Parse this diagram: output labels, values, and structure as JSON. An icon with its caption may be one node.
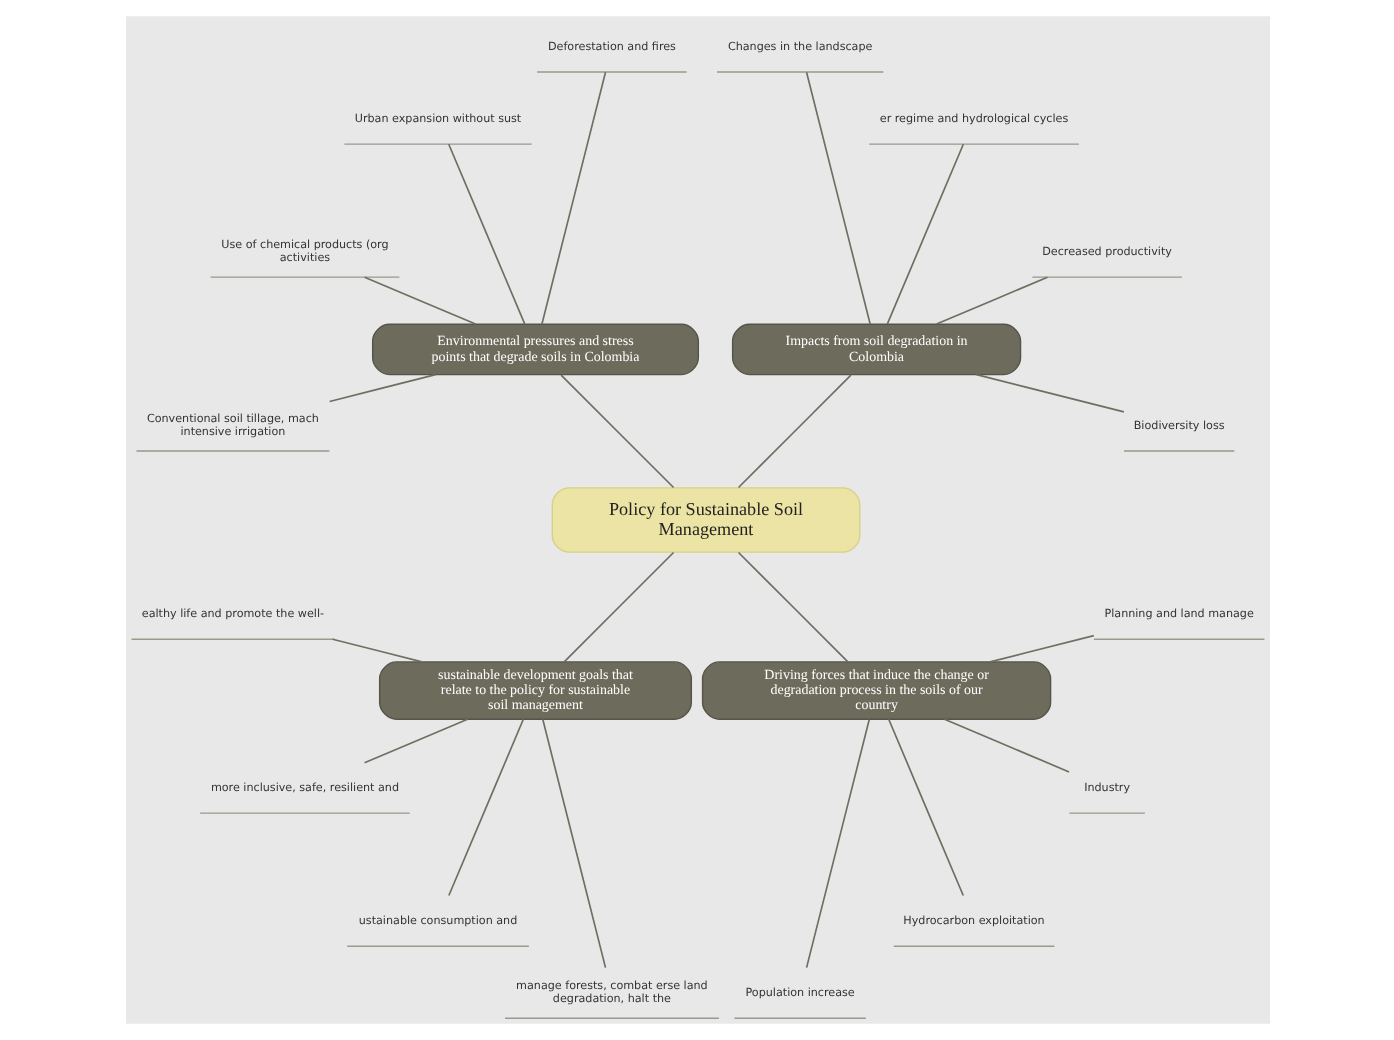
{
  "diagram": {
    "nodes": [
      {
        "text": [
          "Policy for Sustainable Soil Management"
        ]
      },
      {
        "text": [
          "Impacts from soil degradation in Colombia"
        ]
      },
      {
        "text": [
          "Biodiversity loss"
        ]
      },
      {
        "text": [
          "Decreased productivity"
        ]
      },
      {
        "text": [
          "er regime and hydrological cycles"
        ]
      },
      {
        "text": [
          "Changes in the landscape"
        ]
      },
      {
        "text": [
          "Environmental pressures and stress points that degrade soils in Colombia"
        ]
      },
      {
        "text": [
          "Deforestation and fires"
        ]
      },
      {
        "text": [
          "Urban expansion without sust"
        ]
      },
      {
        "text": [
          "Use of chemical products (org activities"
        ]
      },
      {
        "text": [
          "Conventional soil tillage, mach intensive irrigation"
        ]
      },
      {
        "text": [
          "sustainable development goals that relate to the policy for sustainable soil management"
        ]
      },
      {
        "text": [
          "ealthy life and promote the well-"
        ]
      },
      {
        "text": [
          "more inclusive, safe, resilient and"
        ]
      },
      {
        "text": [
          "ustainable consumption and"
        ]
      },
      {
        "text": [
          "manage forests, combat erse land degradation, halt the"
        ]
      },
      {
        "text": [
          "Driving forces that induce the change or degradation process in the soils of our country"
        ]
      },
      {
        "text": [
          "Population increase"
        ]
      },
      {
        "text": [
          "Hydrocarbon exploitation"
        ]
      },
      {
        "text": [
          "Industry"
        ]
      },
      {
        "text": [
          "Planning and land manage"
        ]
      }
    ],
    "edges": [
      {
        "from": 0,
        "to": 1,
        "arrow": "none"
      },
      {
        "from": 1,
        "to": 2,
        "arrow": "none"
      },
      {
        "from": 1,
        "to": 3,
        "arrow": "none"
      },
      {
        "from": 1,
        "to": 4,
        "arrow": "none"
      },
      {
        "from": 1,
        "to": 5,
        "arrow": "none"
      },
      {
        "from": 0,
        "to": 6,
        "arrow": "none"
      },
      {
        "from": 6,
        "to": 7,
        "arrow": "none"
      },
      {
        "from": 6,
        "to": 8,
        "arrow": "none"
      },
      {
        "from": 6,
        "to": 9,
        "arrow": "none"
      },
      {
        "from": 6,
        "to": 10,
        "arrow": "none"
      },
      {
        "from": 0,
        "to": 11,
        "arrow": "none"
      },
      {
        "from": 11,
        "to": 12,
        "arrow": "none"
      },
      {
        "from": 11,
        "to": 13,
        "arrow": "none"
      },
      {
        "from": 11,
        "to": 14,
        "arrow": "none"
      },
      {
        "from": 11,
        "to": 15,
        "arrow": "none"
      },
      {
        "from": 0,
        "to": 16,
        "arrow": "none"
      },
      {
        "from": 16,
        "to": 17,
        "arrow": "none"
      },
      {
        "from": 16,
        "to": 18,
        "arrow": "none"
      },
      {
        "from": 16,
        "to": 19,
        "arrow": "none"
      },
      {
        "from": 16,
        "to": 20,
        "arrow": "none"
      }
    ]
  }
}
